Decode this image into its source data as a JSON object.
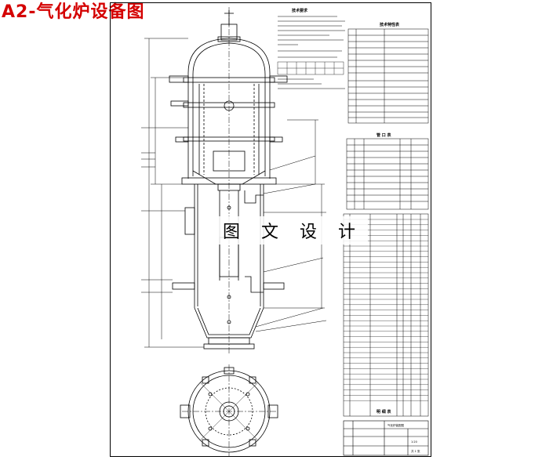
{
  "title": "A2-气化炉设备图",
  "watermark": "图 文 设 计",
  "notes_heading": "技术要求",
  "design_table_heading": "技术特性表",
  "nozzle_table_heading": "管 口 表",
  "bom_heading": "明 细 表",
  "title_block": {
    "drawing_name": "气化炉装配图",
    "scale": "1:20",
    "sheet": "共 1 张"
  },
  "colors": {
    "title": "#d40000",
    "lines": "#000000"
  }
}
